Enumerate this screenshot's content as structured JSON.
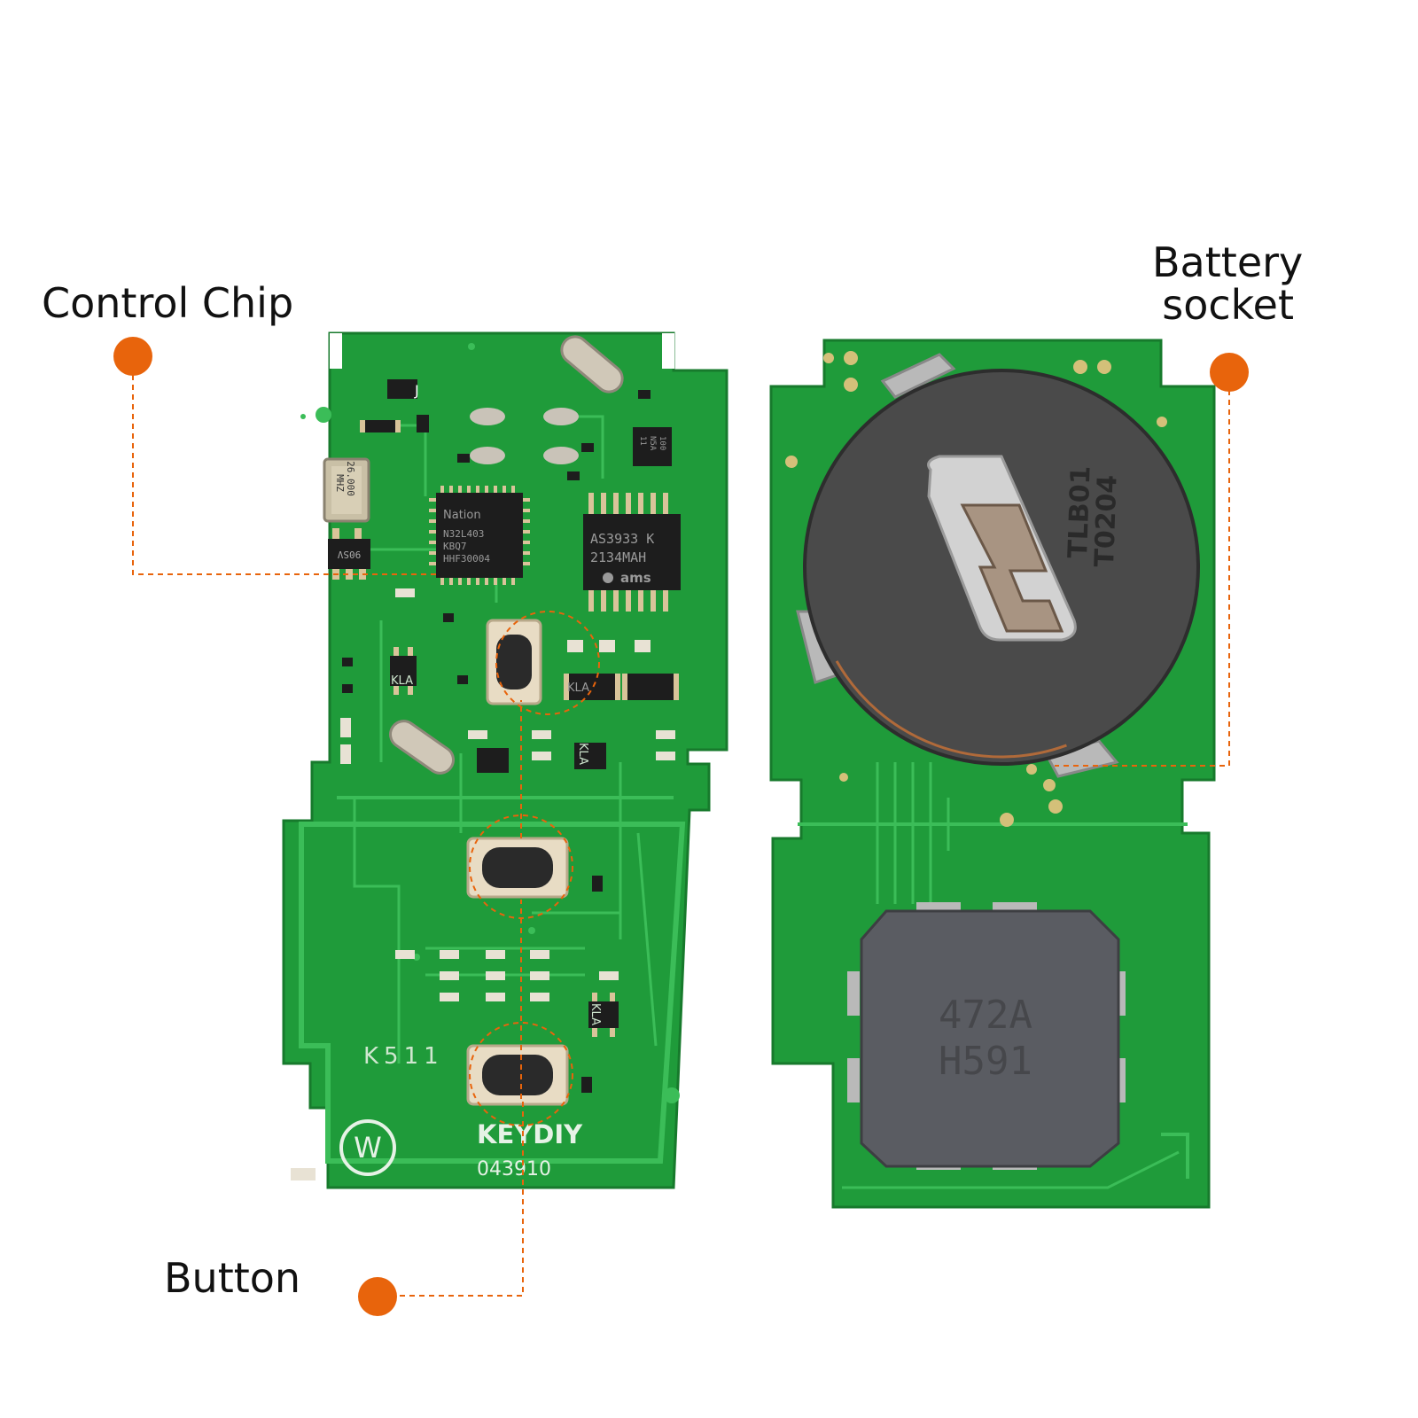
{
  "labels": {
    "control_chip": "Control Chip",
    "battery_socket_line1": "Battery",
    "battery_socket_line2": "socket",
    "button": "Button"
  },
  "board_markings": {
    "crystal": [
      "26.000",
      "MHZ"
    ],
    "mcu": [
      "Nation",
      "N32L403",
      "KBQ7",
      "HHF30004"
    ],
    "lf_chip": [
      "AS3933 K",
      "2134MAH",
      "ams"
    ],
    "small_chip": [
      "100",
      "N5A",
      "11"
    ],
    "kla_1": "KLA",
    "kla_2": "KLA",
    "kla_3": "KLA",
    "kla_4": "KLA",
    "j_mark": "J",
    "sot_mark": "90SV",
    "model": "K511",
    "brand": "KEYDIY",
    "serial": "043910",
    "logo": "W",
    "battery_marking": [
      "TLB01",
      "T0204"
    ],
    "coil_marking": [
      "472A",
      "H591"
    ]
  },
  "colors": {
    "accent": "#e8640c",
    "pcb": "#1f9b3a",
    "pcb_dark": "#17832f",
    "trace": "#3bbd58",
    "pad": "#d9c49a",
    "chip": "#1d1d1d",
    "metal": "#4a4a4a",
    "coil": "#5a5c62"
  }
}
